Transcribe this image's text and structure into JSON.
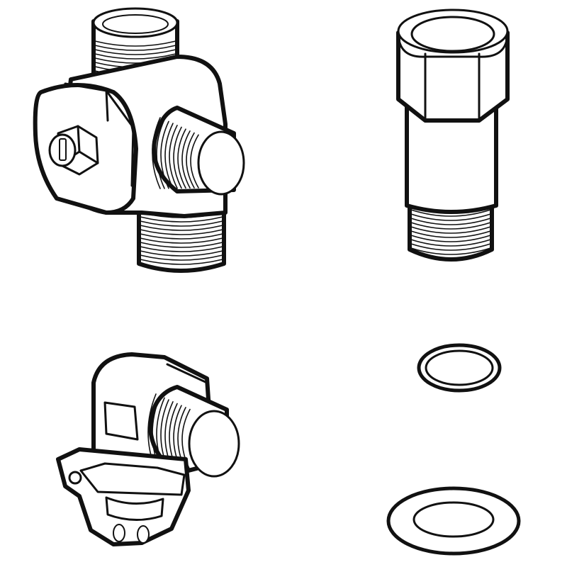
{
  "illustration": {
    "background": "#ffffff",
    "line_color": "#111111",
    "parts": [
      {
        "id": "diverter-tee-valve",
        "icon": "tee-valve-icon"
      },
      {
        "id": "extension-pipe",
        "icon": "pipe-nipple-icon"
      },
      {
        "id": "elbow-hose-adapter",
        "icon": "elbow-fitting-icon"
      },
      {
        "id": "small-gasket",
        "icon": "o-ring-icon"
      },
      {
        "id": "large-washer",
        "icon": "flat-washer-icon"
      }
    ]
  }
}
